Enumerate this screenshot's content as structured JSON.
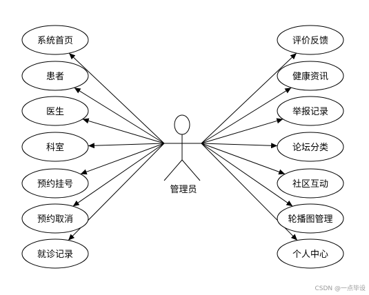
{
  "actor": {
    "label": "管理员"
  },
  "left_use_cases": [
    {
      "label": "系统首页"
    },
    {
      "label": "患者"
    },
    {
      "label": "医生"
    },
    {
      "label": "科室"
    },
    {
      "label": "预约挂号"
    },
    {
      "label": "预约取消"
    },
    {
      "label": "就诊记录"
    }
  ],
  "right_use_cases": [
    {
      "label": "评价反馈"
    },
    {
      "label": "健康资讯"
    },
    {
      "label": "举报记录"
    },
    {
      "label": "论坛分类"
    },
    {
      "label": "社区互动"
    },
    {
      "label": "轮播图管理"
    },
    {
      "label": "个人中心"
    }
  ],
  "watermark": {
    "text": "CSDN @一点毕设"
  }
}
